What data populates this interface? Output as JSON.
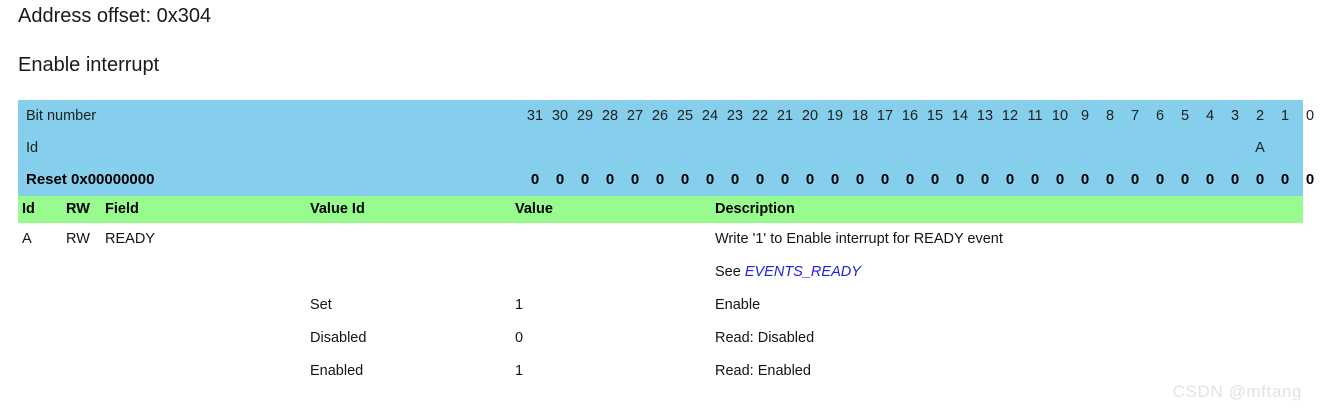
{
  "document": {
    "address_offset": "Address offset: 0x304",
    "title": "Enable interrupt"
  },
  "bit_table": {
    "rows": [
      {
        "label": "Bit number"
      },
      {
        "label": "Id"
      },
      {
        "label": "Reset 0x00000000"
      }
    ],
    "bit_numbers": [
      "31",
      "30",
      "29",
      "28",
      "27",
      "26",
      "25",
      "24",
      "23",
      "22",
      "21",
      "20",
      "19",
      "18",
      "17",
      "16",
      "15",
      "14",
      "13",
      "12",
      "11",
      "10",
      "9",
      "8",
      "7",
      "6",
      "5",
      "4",
      "3",
      "2",
      "1",
      "0"
    ],
    "bit_ids": [
      "",
      "",
      "",
      "",
      "",
      "",
      "",
      "",
      "",
      "",
      "",
      "",
      "",
      "",
      "",
      "",
      "",
      "",
      "",
      "",
      "",
      "",
      "",
      "",
      "",
      "",
      "",
      "",
      "",
      "A",
      "",
      ""
    ],
    "reset_values": [
      "0",
      "0",
      "0",
      "0",
      "0",
      "0",
      "0",
      "0",
      "0",
      "0",
      "0",
      "0",
      "0",
      "0",
      "0",
      "0",
      "0",
      "0",
      "0",
      "0",
      "0",
      "0",
      "0",
      "0",
      "0",
      "0",
      "0",
      "0",
      "0",
      "0",
      "0",
      "0"
    ],
    "header_color": "#85ceec"
  },
  "field_table": {
    "header_color": "#98fb8e",
    "headers": {
      "id": "Id",
      "rw": "RW",
      "field": "Field",
      "value_id": "Value Id",
      "value": "Value",
      "description": "Description"
    },
    "rows": [
      {
        "id": "A",
        "rw": "RW",
        "field": "READY",
        "value_id": "",
        "value": "",
        "description": "Write '1' to Enable interrupt for READY event"
      },
      {
        "id": "",
        "rw": "",
        "field": "",
        "value_id": "",
        "value": "",
        "description_prefix": "See ",
        "description_link": "EVENTS_READY"
      },
      {
        "id": "",
        "rw": "",
        "field": "",
        "value_id": "Set",
        "value": "1",
        "description": "Enable"
      },
      {
        "id": "",
        "rw": "",
        "field": "",
        "value_id": "Disabled",
        "value": "0",
        "description": "Read: Disabled"
      },
      {
        "id": "",
        "rw": "",
        "field": "",
        "value_id": "Enabled",
        "value": "1",
        "description": "Read: Enabled"
      }
    ]
  },
  "watermark": {
    "text": "CSDN @mftang",
    "color": "#e3e3e3"
  },
  "link_color": "#2020e0"
}
